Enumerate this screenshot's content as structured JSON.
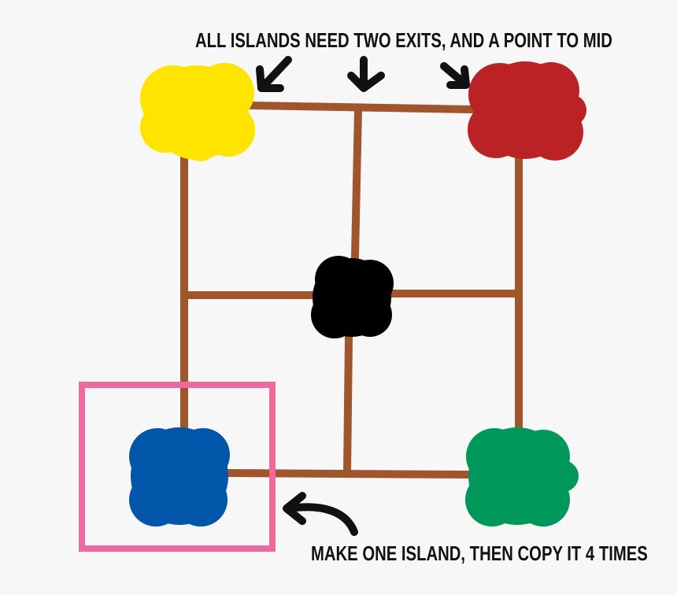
{
  "annotations": {
    "top_note": "ALL ISLANDS NEED TWO EXITS, AND A POINT TO MID",
    "bottom_note": "MAKE ONE ISLAND, THEN COPY IT 4 TIMES"
  },
  "islands": [
    {
      "id": "yellow",
      "color": "#ffe400"
    },
    {
      "id": "red",
      "color": "#bb2226"
    },
    {
      "id": "center",
      "color": "#000000"
    },
    {
      "id": "blue",
      "color": "#0156aa"
    },
    {
      "id": "green",
      "color": "#00975a"
    }
  ],
  "colors": {
    "path": "#a0552a",
    "highlight_box": "#ee6a9e",
    "arrow": "#111111",
    "background": "#f7f7f7"
  },
  "icons": [
    "arrow-down-right-icon",
    "arrow-down-icon",
    "arrow-down-right-icon",
    "curved-arrow-left-icon"
  ]
}
